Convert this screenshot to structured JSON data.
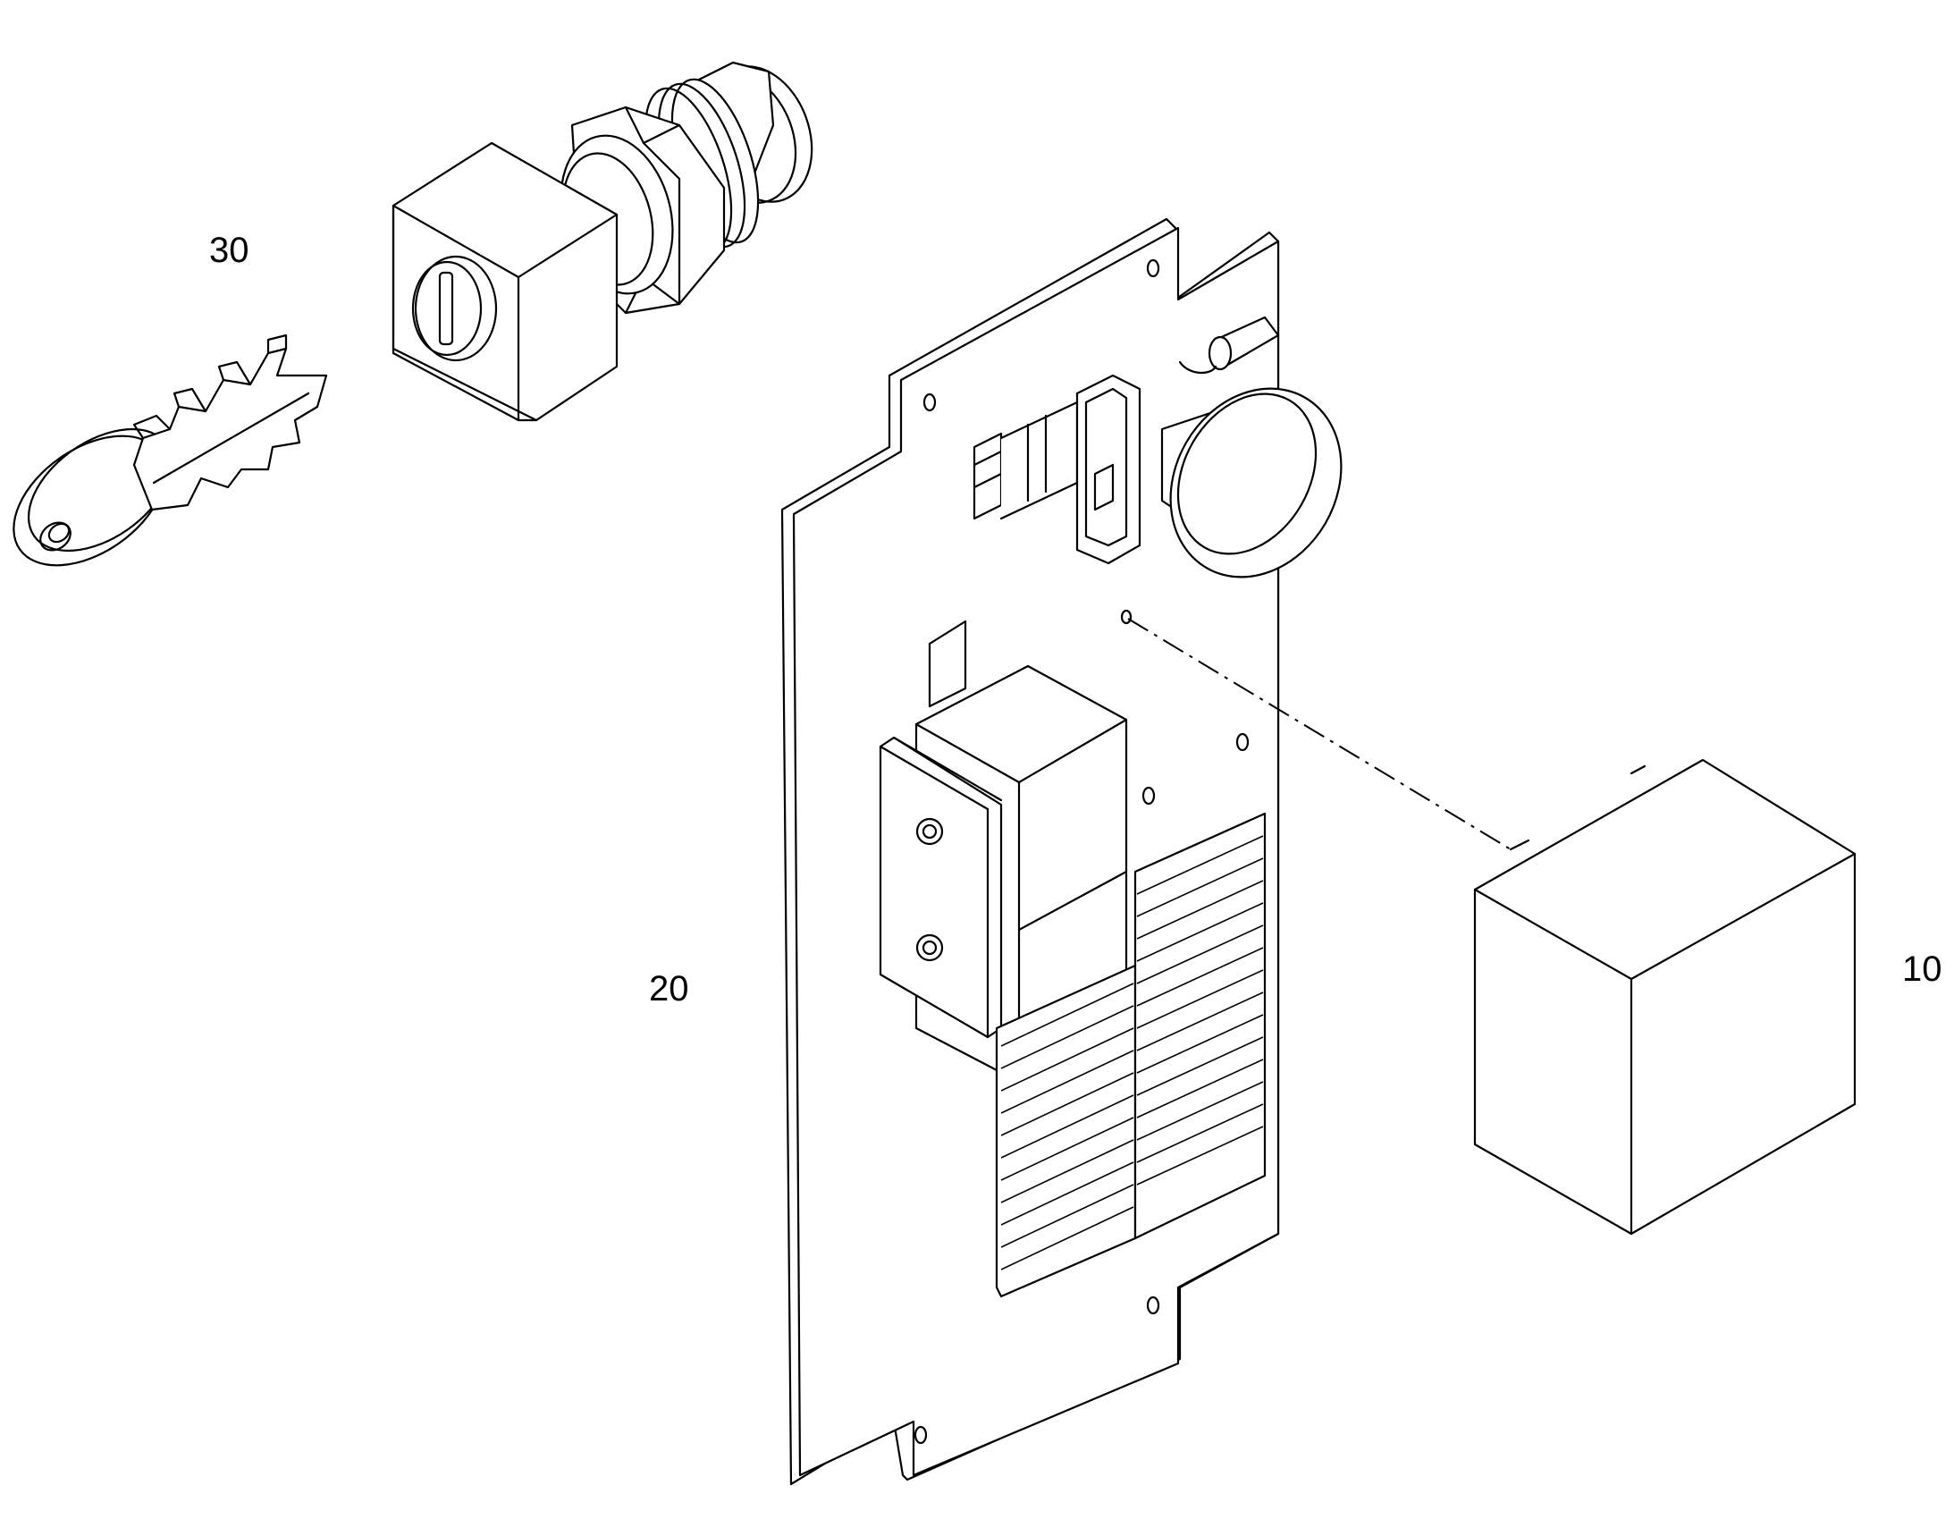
{
  "callouts": {
    "key_lock": "30",
    "circuit_board": "20",
    "module": "10"
  },
  "colors": {
    "line": "#000000",
    "background": "#ffffff"
  }
}
